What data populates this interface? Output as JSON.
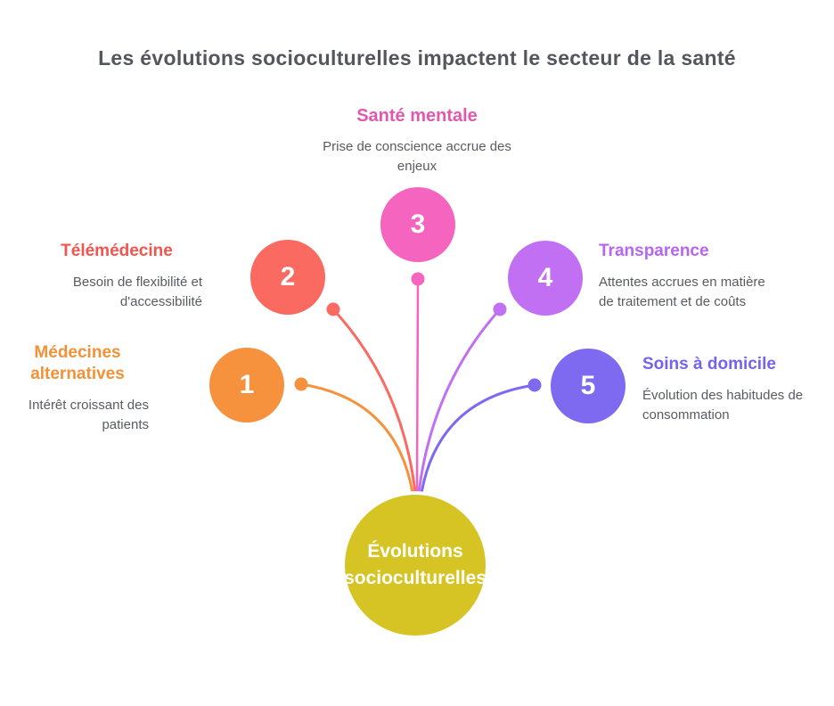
{
  "background": "#ffffff",
  "title": {
    "text": "Les évolutions socioculturelles impactent le secteur de la santé",
    "color": "#55555E"
  },
  "text_color": "#5A5A63",
  "center_node": {
    "lines": [
      "Évolutions",
      "socioculturelles"
    ],
    "fill": "#D5C423",
    "text_color": "#ffffff"
  },
  "nodes": [
    {
      "number": "1",
      "title_lines": [
        "Médecines",
        "alternatives"
      ],
      "desc_lines": [
        "Intérêt croissant des",
        "patients"
      ],
      "fill": "#F6923D",
      "accent": "#F29137"
    },
    {
      "number": "2",
      "title_lines": [
        "Télémédecine"
      ],
      "desc_lines": [
        "Besoin de flexibilité et",
        "d'accessibilité"
      ],
      "fill": "#FA6A60",
      "accent": "#F2544E"
    },
    {
      "number": "3",
      "title_lines": [
        "Santé mentale"
      ],
      "desc_lines": [
        "Prise de conscience accrue des",
        "enjeux"
      ],
      "fill": "#F564BE",
      "accent": "#E258AE"
    },
    {
      "number": "4",
      "title_lines": [
        "Transparence"
      ],
      "desc_lines": [
        "Attentes accrues en matière",
        "de traitement et de coûts"
      ],
      "fill": "#C270F3",
      "accent": "#B765F2"
    },
    {
      "number": "5",
      "title_lines": [
        "Soins à domicile"
      ],
      "desc_lines": [
        "Évolution des habitudes de",
        "consommation"
      ],
      "fill": "#7E69F1",
      "accent": "#7463EF"
    }
  ]
}
